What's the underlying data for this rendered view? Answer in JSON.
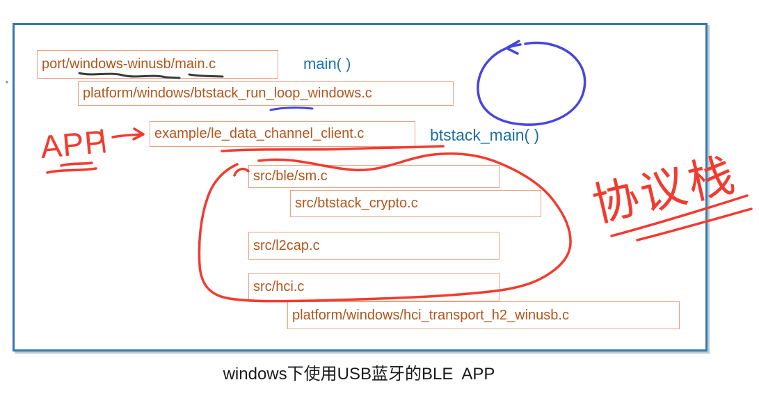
{
  "caption": "windows下使用USB蓝牙的BLE  APP",
  "function_labels": {
    "main": "main( )",
    "btstack_main": "btstack_main( )"
  },
  "file_boxes": [
    {
      "label": "port/windows-winusb/main.c"
    },
    {
      "label": "platform/windows/btstack_run_loop_windows.c"
    },
    {
      "label": "example/le_data_channel_client.c"
    },
    {
      "label": "src/ble/sm.c"
    },
    {
      "label": "src/btstack_crypto.c"
    },
    {
      "label": "src/l2cap.c"
    },
    {
      "label": "src/hci.c"
    },
    {
      "label": "platform/windows/hci_transport_h2_winusb.c"
    }
  ],
  "handwriting": {
    "app": "APP",
    "protocol_stack": "协议栈"
  },
  "colors": {
    "outer_border": "#3579ab",
    "box_border": "#e9a184",
    "box_text": "#b2561c",
    "main_label_blue": "#1d74bc",
    "btstack_main_teal": "#1e6f9f",
    "ink_red": "#f23b30",
    "ink_blue": "#4646dd",
    "ink_black": "#3a3a3a",
    "caption_text": "#1b1b1b"
  }
}
